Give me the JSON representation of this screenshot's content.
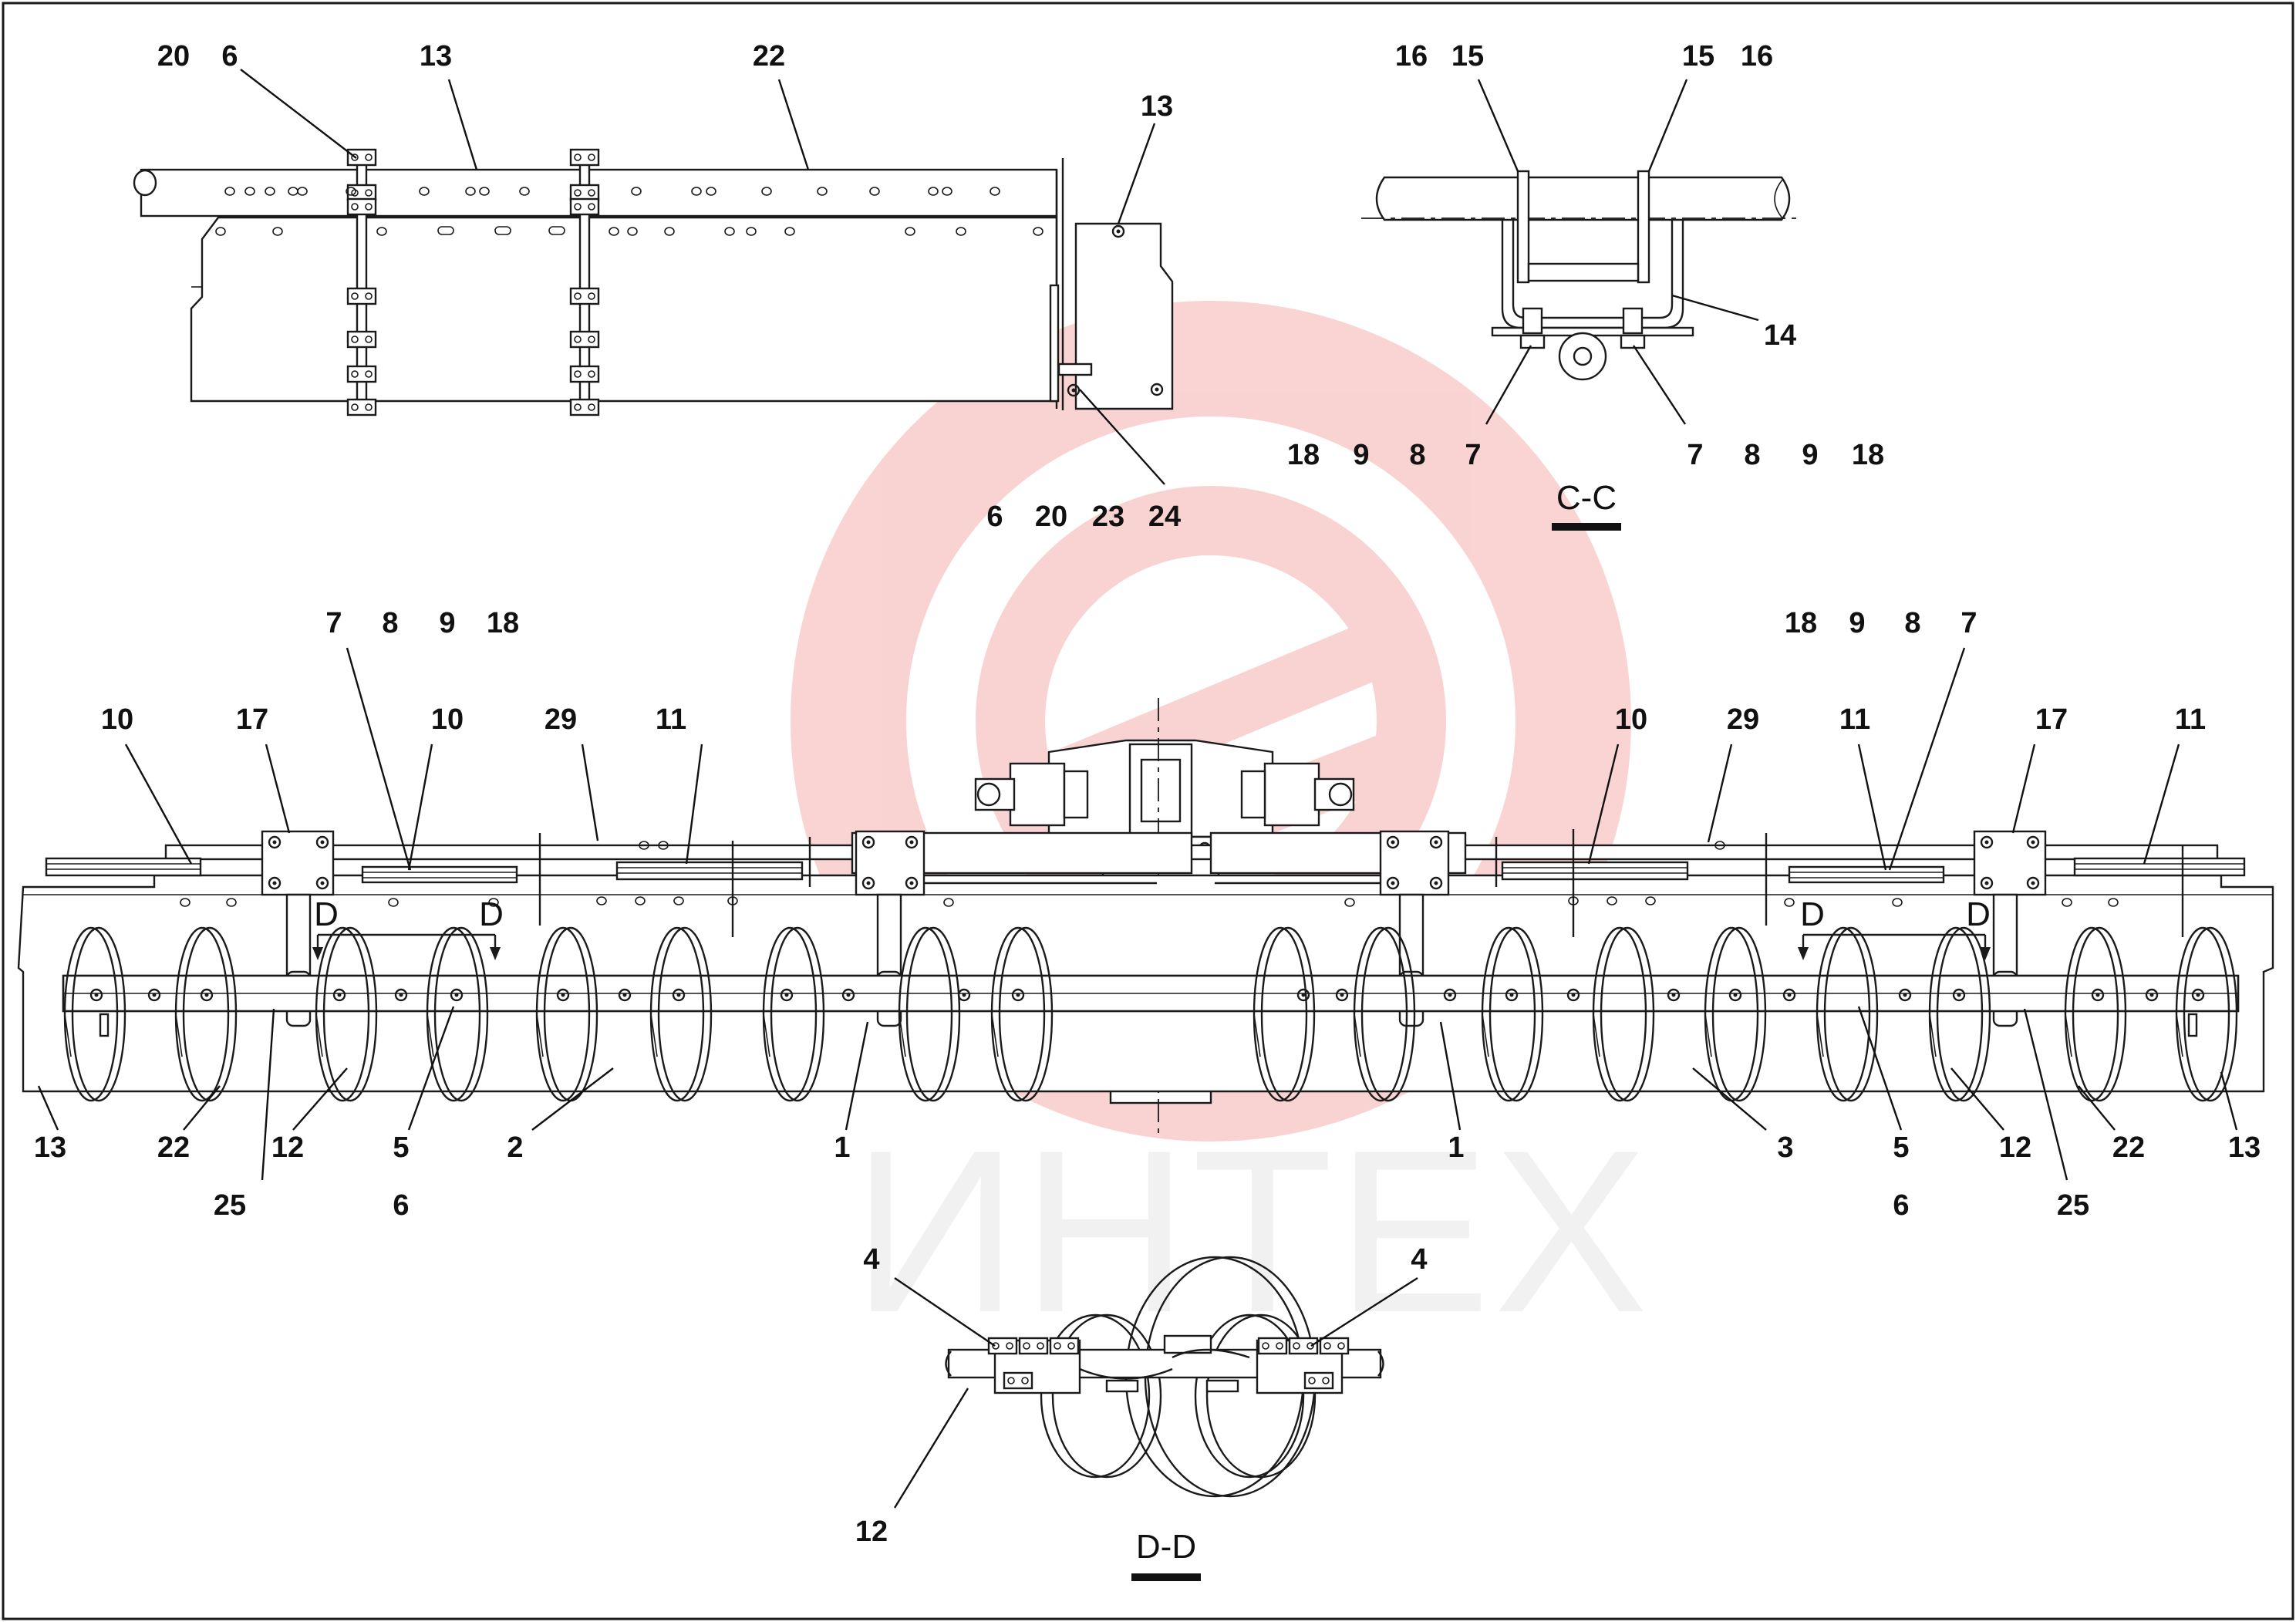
{
  "drawing": {
    "watermark": {
      "brand_text": "ИНТЕХ",
      "color": "#f08080"
    },
    "section_cc": {
      "title": "С-С"
    },
    "section_dd": {
      "title": "D-D"
    },
    "cut_markers": {
      "letter": "D"
    },
    "callouts": {
      "top_view": [
        "20",
        "6",
        "13",
        "22",
        "13",
        "6",
        "20",
        "23",
        "24"
      ],
      "section_cc": [
        "16",
        "15",
        "15",
        "16",
        "14",
        "18",
        "9",
        "8",
        "7",
        "7",
        "8",
        "9",
        "18"
      ],
      "main_top": [
        "7",
        "8",
        "9",
        "18",
        "18",
        "9",
        "8",
        "7",
        "10",
        "17",
        "10",
        "29",
        "11",
        "10",
        "29",
        "11",
        "17",
        "11"
      ],
      "main_bottom": [
        "13",
        "22",
        "12",
        "5",
        "2",
        "1",
        "1",
        "3",
        "5",
        "12",
        "22",
        "13",
        "25",
        "6",
        "6",
        "25"
      ],
      "section_dd": [
        "4",
        "4",
        "12"
      ]
    }
  }
}
